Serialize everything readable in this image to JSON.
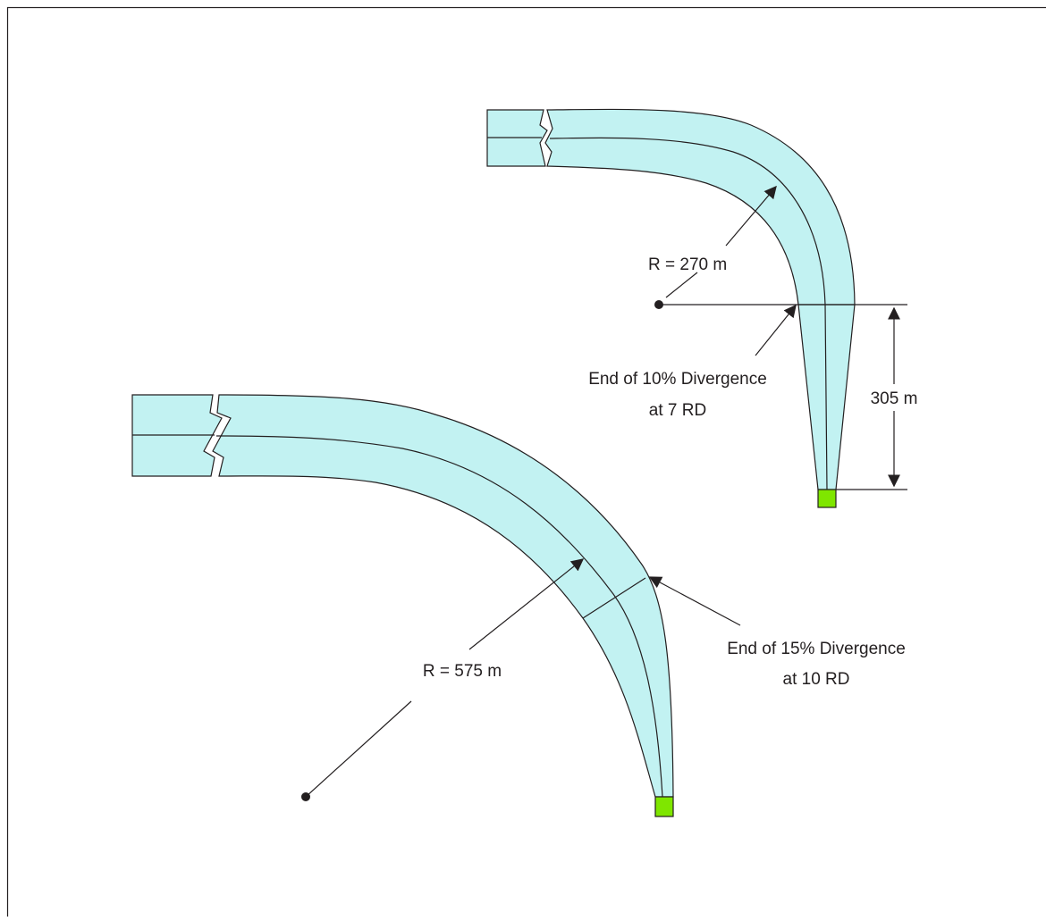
{
  "colors": {
    "runway_fill": "#c2f2f2",
    "outline": "#231f20",
    "end_block": "#7fe600",
    "background": "#ffffff"
  },
  "upper_curve": {
    "radius_label": "R = 270 m",
    "divergence_label_line1": "End of 10% Divergence",
    "divergence_label_line2": "at 7 RD",
    "length_label": "305 m"
  },
  "lower_curve": {
    "radius_label": "R = 575 m",
    "divergence_label_line1": "End of 15% Divergence",
    "divergence_label_line2": "at 10 RD"
  }
}
